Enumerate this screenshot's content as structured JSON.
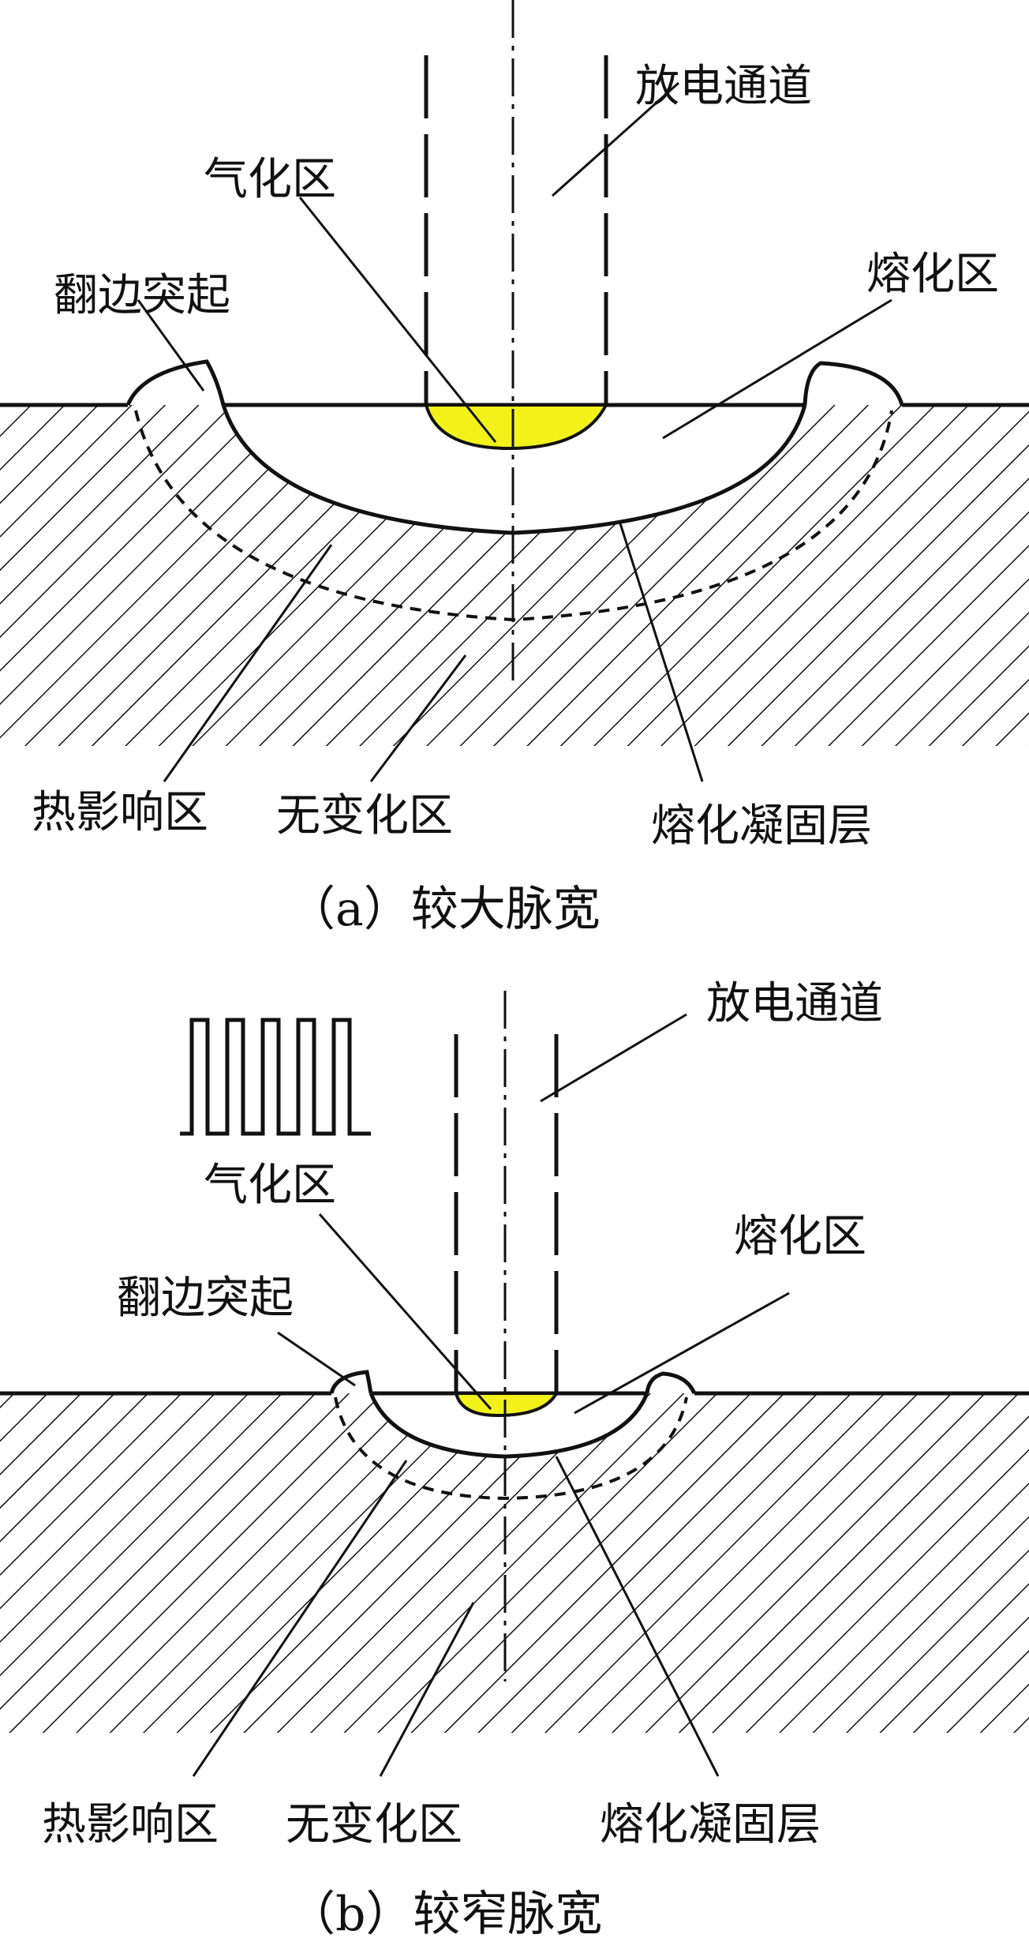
{
  "colors": {
    "ink": "#111111",
    "vapor": "#f2f21a",
    "background": "#ffffff"
  },
  "panel_a": {
    "labels": {
      "discharge_channel": "放电通道",
      "vaporization_zone": "气化区",
      "flanging": "翻边突起",
      "melting_zone": "熔化区",
      "heat_affected_zone": "热影响区",
      "unchanged_zone": "无变化区",
      "recast_layer": "熔化凝固层"
    },
    "caption": "（a）较大脉宽"
  },
  "panel_b": {
    "labels": {
      "discharge_channel": "放电通道",
      "vaporization_zone": "气化区",
      "flanging": "翻边突起",
      "melting_zone": "熔化区",
      "heat_affected_zone": "热影响区",
      "unchanged_zone": "无变化区",
      "recast_layer": "熔化凝固层"
    },
    "caption": "（b）较窄脉宽",
    "pulse_icon": "pulse-train-icon"
  }
}
